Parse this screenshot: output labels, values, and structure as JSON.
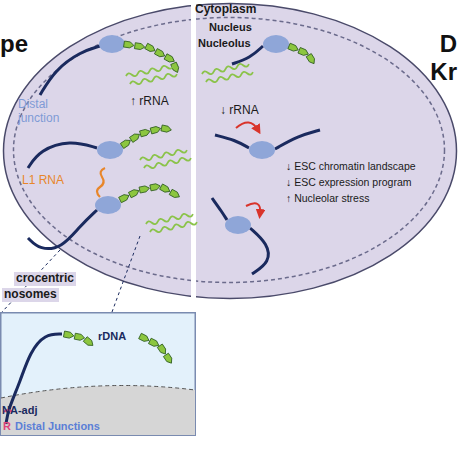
{
  "diagram": {
    "nodes": [
      {
        "text": [
          "Cytoplasm"
        ]
      },
      {
        "text": [
          "Nucleus"
        ],
        "in": 0
      },
      {
        "text": [
          "rDNA",
          "NA-adj",
          "R",
          "Distal Junctions"
        ]
      }
    ],
    "labels": [
      "pe",
      "D",
      "Kr",
      "Nucleolus",
      "Distal junction",
      "↑ rRNA",
      "L1 RNA",
      "↓ rRNA",
      "↓ ESC chromatin landscape",
      "↓ ESC expression program",
      "↑ Nucleolar stress",
      "crocentric",
      "nosomes"
    ]
  }
}
